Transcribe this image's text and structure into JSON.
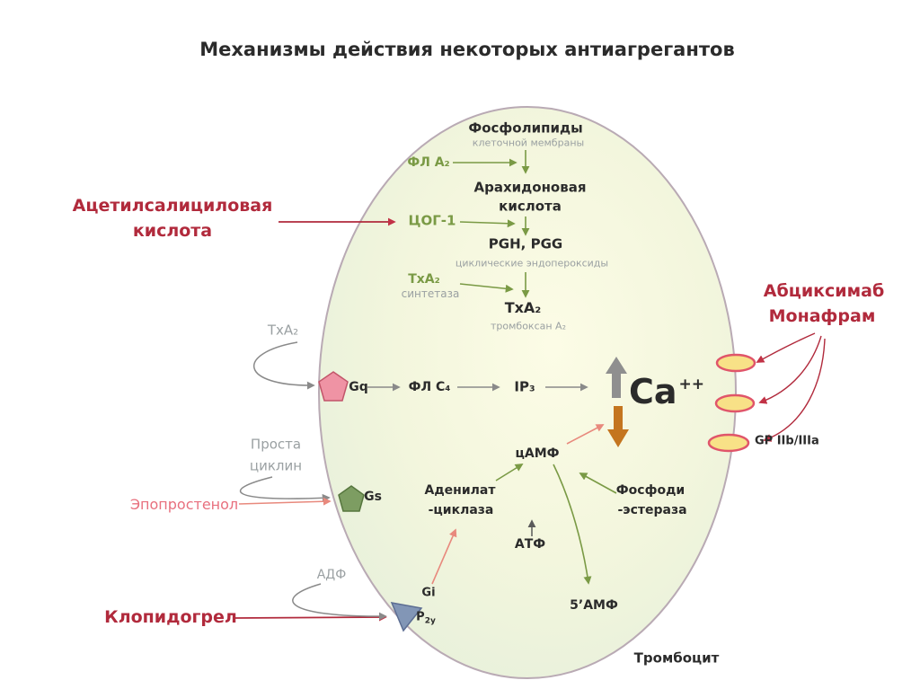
{
  "title": "Механизмы  действия некоторых антиагрегантов",
  "colors": {
    "ink": "#2b2b2b",
    "muted": "#9aa0a2",
    "green": "#7a9a45",
    "red": "#b12a3c",
    "pink": "#e8707e",
    "salmon": "#e8897d",
    "arrowGray": "#8a8a8a",
    "orange": "#c4751f",
    "cellStroke": "#b9aab4",
    "receptorFill": "#f8e187",
    "receptorRim": "#e0556a"
  },
  "cell": {
    "label": "Тромбоцит"
  },
  "pathway": {
    "phospholipids": "Фосфолипиды",
    "membrane_note": "клеточной мембраны",
    "pla2": "ФЛ А₂",
    "arachidonic_line1": "Арахидоновая",
    "arachidonic_line2": "кислота",
    "cox1": "ЦОГ-1",
    "pgh_pgg": "PGH, PGG",
    "endoperoxides_note": "циклические эндопероксиды",
    "txa2_synthase_line1": "ТхА₂",
    "txa2_synthase_line2": "синтетаза",
    "txa2": "ТхА₂",
    "thromboxane_note": "тромбоксан А₂"
  },
  "ligands": {
    "txa2": "ТхА₂",
    "prostacyclin_line1": "Проста",
    "prostacyclin_line2": "циклин",
    "adp": "АДФ"
  },
  "drugs": {
    "aspirin_line1": "Ацетилсалициловая",
    "aspirin_line2": "кислота",
    "epoprostenol": "Эпопростенол",
    "clopidogrel": "Клопидогрел",
    "abciximab": "Абциксимаб",
    "monafram": "Монафрам"
  },
  "receptors": {
    "gq": "Gq",
    "gs": "Gs",
    "gi": "Gi",
    "p2y_base": "P",
    "p2y_sub": "2y",
    "gpiib_iiia": "GP IIb/IIIa"
  },
  "signaling": {
    "plc4": "ФЛ С₄",
    "ip3": "IP₃",
    "ca": "Ca",
    "ca_charge": "++",
    "camp": "цАМФ",
    "adenylate_line1": "Аденилат",
    "adenylate_line2": "-циклаза",
    "atp": "АТФ",
    "pde_line1": "Фосфоди",
    "pde_line2": "-эстераза",
    "amp": "5’АМФ"
  }
}
